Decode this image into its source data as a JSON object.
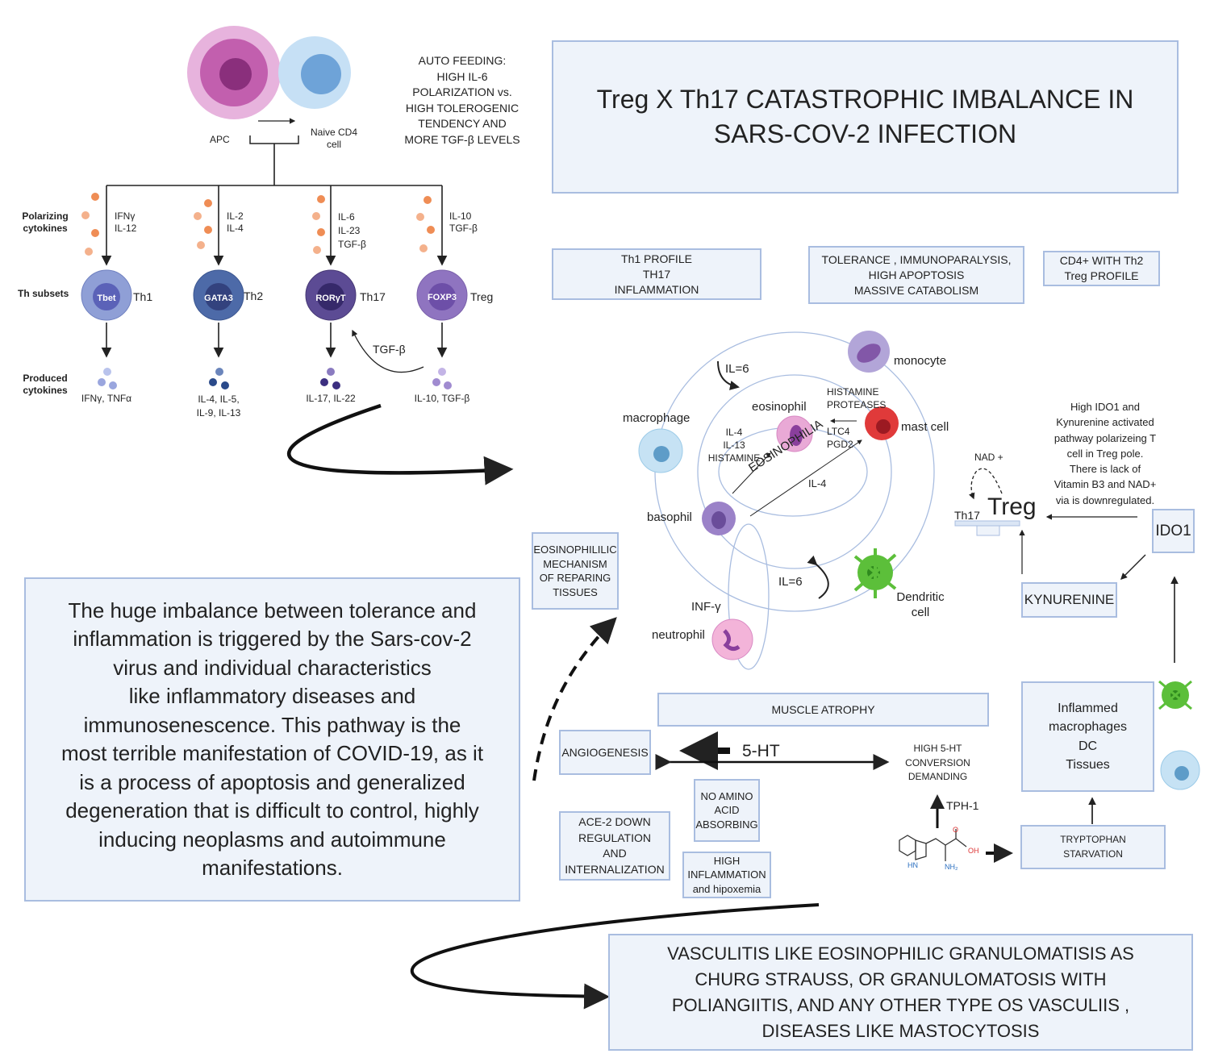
{
  "top_left": {
    "apc_label": "APC",
    "naive_label": "Naive CD4\ncell",
    "auto_feeding": "AUTO FEEDING:\nHIGH IL-6\nPOLARIZATION vs.\nHIGH TOLEROGENIC\nTENDENCY AND\nMORE TGF-β LEVELS",
    "row_labels": {
      "polarizing": "Polarizing\ncytokines",
      "subsets": "Th subsets",
      "produced": "Produced\ncytokines"
    },
    "subsets": [
      {
        "polarizing": "IFNγ\nIL-12",
        "factor": "Tbet",
        "name": "Th1",
        "produced": "IFNγ, TNFα",
        "color": "#8f9fd6"
      },
      {
        "polarizing": "IL-2\nIL-4",
        "factor": "GATA3",
        "name": "Th2",
        "produced": "IL-4, IL-5,\nIL-9, IL-13",
        "color": "#4d6aa8"
      },
      {
        "polarizing": "IL-6\nIL-23\nTGF-β",
        "factor": "RORγT",
        "name": "Th17",
        "produced": "IL-17, IL-22",
        "color": "#5c4b94"
      },
      {
        "polarizing": "IL-10\nTGF-β",
        "factor": "FOXP3",
        "name": "Treg",
        "produced": "IL-10, TGF-β",
        "color": "#8f74c0"
      }
    ],
    "tgf_feedback": "TGF-β"
  },
  "title_box": "Treg X  Th17  CATASTROPHIC IMBALANCE  IN\nSARS-COV-2 INFECTION",
  "profile_boxes": {
    "th1": "Th1 PROFILE\nTH17\nINFLAMMATION",
    "tolerance": "TOLERANCE , IMMUNOPARALYSIS,\nHIGH APOPTOSIS\nMASSIVE CATABOLISM",
    "cd4": "CD4+  WITH Th2\nTreg PROFILE"
  },
  "circle": {
    "il6_top": "IL=6",
    "il6_bottom": "IL=6",
    "monocyte": "monocyte",
    "macrophage": "macrophage",
    "eosinophil": "eosinophil",
    "mast_cell": "mast cell",
    "basophil": "basophil",
    "dendritic": "Dendritic\ncell",
    "neutrophil": "neutrophil",
    "inf_gamma": "INF-γ",
    "histamine_proteases": "HISTAMINE\nPROTEASES",
    "ltc4": "LTC4\nPGD2",
    "il4_il13": "IL-4\nIL-13\nHISTAMINE",
    "eosinophilia": "EOSINOPHILIA",
    "il4": "IL-4"
  },
  "right": {
    "ido_text": "High  IDO1 and\nKynurenine activated\npathway polarizeing T\ncell  in Treg pole.\nThere is  lack of\nVitamin B3  and NAD+\nvia is downregulated.",
    "nad": "NAD +",
    "th17": "Th17",
    "treg": "Treg",
    "ido1": "IDO1",
    "kynurenine": "KYNURENINE"
  },
  "eosinophilic_box": "EOSINOPHILILIC\nMECHANISM\nOF REPARING\nTISSUES",
  "summary": "The huge imbalance between tolerance and\ninflammation is triggered by the Sars-cov-2\nvirus and individual characteristics\n like inflammatory diseases and\nimmunosenescence. This pathway is the\nmost terrible manifestation of COVID-19, as it\nis a process of apoptosis and generalized\ndegeneration that is difficult to control, highly\ninducing neoplasms and autoimmune\nmanifestations.",
  "bottom": {
    "muscle_atrophy": "MUSCLE ATROPHY",
    "angiogenesis": "ANGIOGENESIS",
    "five_ht": "5-HT",
    "high_5ht": "HIGH  5-HT\nCONVERSION\nDEMANDING",
    "no_amino": "NO  AMINO\nACID\nABSORBING",
    "ace2": "ACE-2 DOWN\nREGULATION\nAND\nINTERNALIZATION",
    "high_inflammation": "HIGH\nINFLAMMATION\nand hipoxemia",
    "tph1": "TPH-1",
    "inflamed": "Inflammed\nmacrophages\nDC\nTissues",
    "tryptophan": "TRYPTOPHAN\nSTARVATION",
    "molecule": {
      "o": "O",
      "oh": "OH",
      "hn": "HN",
      "nh2": "NH₂"
    }
  },
  "vasculitis": "VASCULITIS  LIKE   EOSINOPHILIC GRANULOMATISIS   AS\nCHURG STRAUSS, OR  GRANULOMATOSIS WITH\nPOLIANGIITIS,  AND ANY OTHER TYPE OS VASCULIIS ,\nDISEASES LIKE MASTOCYTOSIS",
  "colors": {
    "box_fill": "#eef3fa",
    "box_border": "#a9bde0",
    "cytokine_orange": "#ef8d55",
    "mast_red": "#e03a3a",
    "dendritic_green": "#5cbf3a"
  }
}
